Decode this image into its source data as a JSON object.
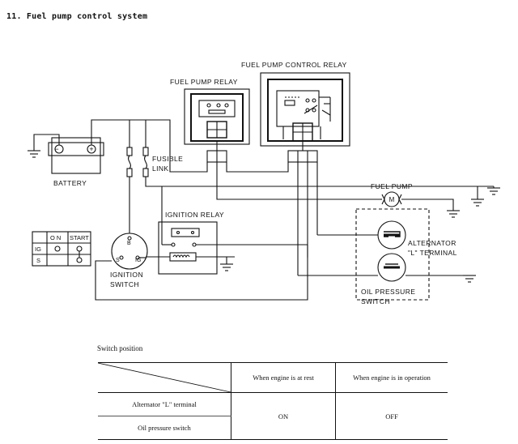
{
  "title": "11. Fuel pump control system",
  "labels": {
    "fuel_pump_control_relay": "FUEL PUMP CONTROL RELAY",
    "fuel_pump_relay": "FUEL PUMP RELAY",
    "fusible_link_1": "FUSIBLE",
    "fusible_link_2": "LINK",
    "battery": "BATTERY",
    "fuel_pump": "FUEL PUMP",
    "ignition_relay": "IGNITION RELAY",
    "alternator_1": "ALTERNATOR",
    "alternator_2": "\"L\" TERMINAL",
    "oil_pressure_1": "OIL PRESSURE",
    "oil_pressure_2": "SWITCH",
    "ignition_switch_1": "IGNITION",
    "ignition_switch_2": "SWITCH",
    "motor": "M",
    "term_b": "B",
    "term_s": "S",
    "term_ig": "IG",
    "battery_minus": "−",
    "battery_plus": "+"
  },
  "ignition_table": {
    "headers": [
      "",
      "O N",
      "START"
    ],
    "rows": [
      "IG",
      "S"
    ]
  },
  "switch_position": {
    "caption": "Switch position",
    "col_rest": "When engine is at rest",
    "col_operation": "When engine is in operation",
    "row_alternator": "Alternator \"L\" terminal",
    "row_oil": "Oil pressure switch",
    "val_rest": "ON",
    "val_operation": "OFF"
  }
}
